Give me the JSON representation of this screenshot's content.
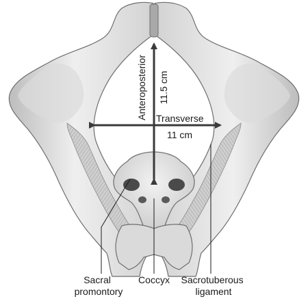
{
  "measurements": {
    "anteroposterior": {
      "name": "Anteroposterior",
      "value": "11.5 cm"
    },
    "transverse": {
      "name": "Transverse",
      "value": "11 cm"
    }
  },
  "labels": {
    "sacral_promontory": [
      "Sacral",
      "promontory"
    ],
    "coccyx": "Coccyx",
    "sacrotuberous_ligament": [
      "Sacrotuberous",
      "ligament"
    ]
  },
  "colors": {
    "bone_light": "#ececec",
    "bone_mid": "#c9c9c9",
    "bone_shadow": "#9a9a9a",
    "outline": "#6e6e6e",
    "arrow": "#3a3a3a",
    "ligament": "#bdbdbd"
  }
}
